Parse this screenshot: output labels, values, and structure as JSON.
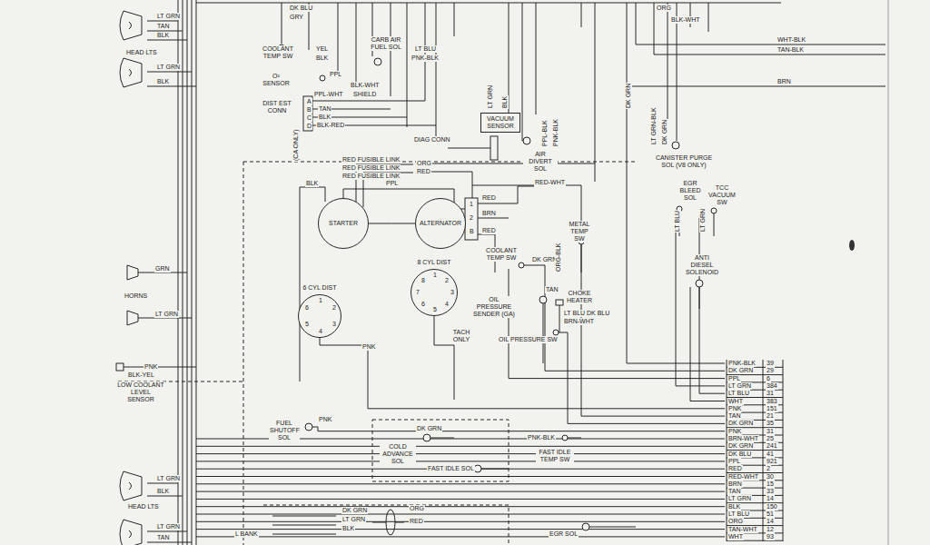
{
  "diagram": {
    "nodes": [
      {
        "text": [
          "STARTER"
        ]
      },
      {
        "text": [
          "ALTERNATOR"
        ]
      },
      {
        "text": [
          "VACUUM SENSOR"
        ]
      },
      {
        "text": [
          "6 CYL DIST"
        ]
      },
      {
        "text": [
          "8 CYL DIST"
        ]
      }
    ],
    "edges": [
      {
        "from": 0,
        "to": 1,
        "arrow": "none"
      }
    ],
    "labels": [
      "LT GRN",
      "TAN",
      "BLK",
      "HEAD LTS",
      "LT GRN",
      "BLK",
      "DK BLU",
      "GRY",
      "COOLANT TEMP SW",
      "YEL",
      "BLK",
      "CARB AIR FUEL SOL",
      "LT BLU",
      "PNK-BLK",
      "O² SENSOR",
      "PPL",
      "PPL-WHT",
      "BLK-WHT",
      "SHIELD",
      "DIST EST CONN",
      "A",
      "B",
      "C",
      "D",
      "TAN",
      "BLK",
      "BLK-RED",
      "(CA ONLY)",
      "DIAG CONN",
      "LT GRN",
      "BLK",
      "PPL-BLK",
      "PNK-BLK",
      "AIR DIVERT SOL",
      "ORG",
      "BLK-WHT",
      "WHT-BLK",
      "TAN-BLK",
      "BRN",
      "DK GRN",
      "LT GRN-BLK",
      "DK GRN",
      "CANISTER PURGE SOL (V8 ONLY)",
      "RED FUSIBLE LINK",
      "RED FUSIBLE LINK",
      "RED FUSIBLE LINK",
      "ORG",
      "RED",
      "BLK",
      "PPL",
      "RED-WHT",
      "RED",
      "BRN",
      "1",
      "2",
      "B",
      "RED",
      "METAL TEMP SW",
      "EGR BLEED SOL",
      "TCC VACUUM SW",
      "LT BLU",
      "LT GRN",
      "ANTI DIESEL SOLENOID",
      "COOLANT TEMP SW",
      "DK GRN",
      "ORG-BLK",
      "TAN",
      "CHOKE HEATER",
      "OIL PRESSURE SENDER (GA)",
      "LT BLU",
      "BRN-WHT",
      "DK BLU",
      "OIL PRESSURE SW",
      "TACH ONLY",
      "1",
      "2",
      "3",
      "4",
      "5",
      "6",
      "1",
      "2",
      "3",
      "4",
      "5",
      "6",
      "7",
      "8",
      "PNK",
      "GRN",
      "HORNS",
      "LT GRN",
      "PNK",
      "BLK-YEL",
      "LOW COOLANT LEVEL SENSOR",
      "FUEL SHUTOFF SOL",
      "PNK",
      "DK GRN",
      "COLD ADVANCE SOL",
      "FAST IDLE SOL",
      "PNK-BLK",
      "FAST IDLE TEMP SW",
      "LT GRN",
      "BLK",
      "HEAD LTS",
      "LT GRN",
      "TAN",
      "L BANK",
      "DK GRN",
      "LT GRN",
      "BLK",
      "ORG",
      "RED",
      "EGR SOL",
      "PNK-BLK",
      "39",
      "DK GRN",
      "29",
      "PPL",
      "6",
      "LT GRN",
      "384",
      "LT BLU",
      "31",
      "WHT",
      "383",
      "PNK",
      "151",
      "TAN",
      "21",
      "DK GRN",
      "35",
      "PNK",
      "31",
      "BRN-WHT",
      "25",
      "DK GRN",
      "241",
      "DK BLU",
      "41",
      "PPL",
      "921",
      "RED",
      "2",
      "RED-WHT",
      "30",
      "BRN",
      "15",
      "TAN",
      "33",
      "LT GRN",
      "14",
      "BLK",
      "150",
      "LT BLU",
      "51",
      "ORG",
      "14",
      "TAN-WHT",
      "12",
      "WHT",
      "93"
    ]
  }
}
